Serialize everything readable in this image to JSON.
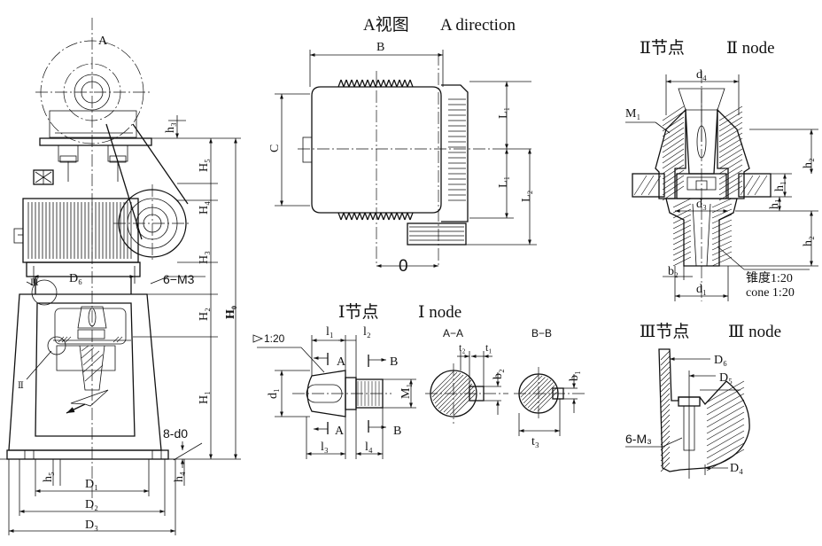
{
  "views": {
    "a_view_title": "A视图",
    "a_view_title_en": "A direction",
    "node2_title": "Ⅱ节点",
    "node2_title_en": "Ⅱ node",
    "node1_title": "Ⅰ节点",
    "node1_title_en": "Ⅰ node",
    "node3_title": "Ⅲ节点",
    "node3_title_en": "Ⅲ node"
  },
  "main_view": {
    "dir_label": "A",
    "detail2_marker": "Ⅱ",
    "detail3_marker": "Ⅲ",
    "dims": {
      "H0": "H₀",
      "H1": "H₁",
      "H2": "H₂",
      "H3": "H₃",
      "H4": "H₄",
      "H5": "H₅",
      "h3": "h₃",
      "h4": "h₄",
      "h5": "h₅",
      "D1": "D₁",
      "D2": "D₂",
      "D3": "D₃",
      "D6": "D₆",
      "bolts_m3": "6−M3",
      "bolts_d0": "8-d0"
    }
  },
  "a_view": {
    "B": "B",
    "C": "C",
    "L1a": "L₁",
    "L1b": "L₁",
    "L2": "L₂",
    "zero": "0"
  },
  "node1": {
    "taper": "1:20",
    "l1": "l₁",
    "l2": "l₂",
    "l3": "l₃",
    "l4": "l₄",
    "d1": "d₁",
    "M1": "M₁",
    "A_top": "A",
    "A_bot": "A",
    "B_top": "B",
    "B_bot": "B",
    "sec_aa": "A−A",
    "sec_bb": "B−B",
    "t2": "t₂",
    "t1": "t₁",
    "b2": "b₂",
    "b1": "b₁",
    "t3": "t₃"
  },
  "node2": {
    "d4": "d₄",
    "M1": "M₁",
    "h2_top": "h₂",
    "h1_top": "h₁",
    "h1_bot": "h₁",
    "h2_bot": "h₂",
    "d3": "d₃",
    "b2": "b₂",
    "d1": "d₁",
    "cone_cn": "锥度1:20",
    "cone_en": "cone 1:20"
  },
  "node3": {
    "D6": "D₆",
    "D5": "D₅",
    "D4": "D₄",
    "bolts": "6-M₃"
  }
}
